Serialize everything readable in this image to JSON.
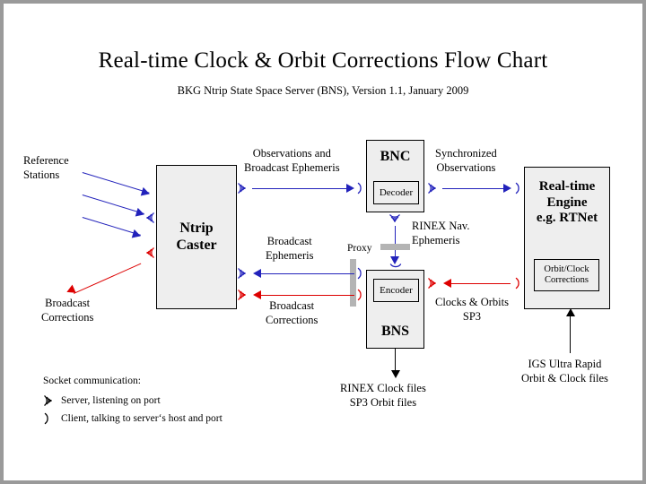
{
  "page": {
    "title": "Real-time Clock & Orbit Corrections Flow Chart",
    "subtitle": "BKG Ntrip State Space Server  (BNS), Version 1.1, January 2009"
  },
  "boxes": {
    "ntrip_caster": {
      "title": "Ntrip\nCaster",
      "line1": "Ntrip",
      "line2": "Caster"
    },
    "bnc": {
      "title": "BNC",
      "sub": "Decoder"
    },
    "bns": {
      "title": "BNS",
      "sub": "Encoder"
    },
    "rt_engine": {
      "line1": "Real-time",
      "line2": "Engine",
      "line3": "e.g. RTNet",
      "sub_line1": "Orbit/Clock",
      "sub_line2": "Corrections"
    }
  },
  "labels": {
    "reference_stations_l1": "Reference",
    "reference_stations_l2": "Stations",
    "broadcast_corrections_left_l1": "Broadcast",
    "broadcast_corrections_left_l2": "Corrections",
    "observations_l1": "Observations and",
    "observations_l2": "Broadcast Ephemeris",
    "broadcast_ephemeris_l1": "Broadcast",
    "broadcast_ephemeris_l2": "Ephemeris",
    "broadcast_corrections_mid_l1": "Broadcast",
    "broadcast_corrections_mid_l2": "Corrections",
    "proxy": "Proxy",
    "synchronized_l1": "Synchronized",
    "synchronized_l2": "Observations",
    "rinex_nav_l1": "RINEX Nav.",
    "rinex_nav_l2": "Ephemeris",
    "clocks_orbits_l1": "Clocks & Orbits",
    "clocks_orbits_l2": "SP3",
    "rinex_clock_files_l1": "RINEX Clock files",
    "rinex_clock_files_l2": "SP3 Orbit files",
    "igs_l1": "IGS Ultra Rapid",
    "igs_l2": "Orbit & Clock files"
  },
  "legend": {
    "heading": "Socket communication:",
    "items": [
      {
        "glyph": "server-socket-icon",
        "text": "Server, listening on port"
      },
      {
        "glyph": "client-socket-icon",
        "text": "Client, talking to server‘s host and port"
      }
    ]
  },
  "colors": {
    "blue": "#2222bb",
    "red": "#dd0000",
    "black": "#000000",
    "box_fill": "#eeeeee",
    "proxy_bar": "#b4b4b4",
    "frame": "#9a9a9a",
    "background": "#ffffff"
  }
}
